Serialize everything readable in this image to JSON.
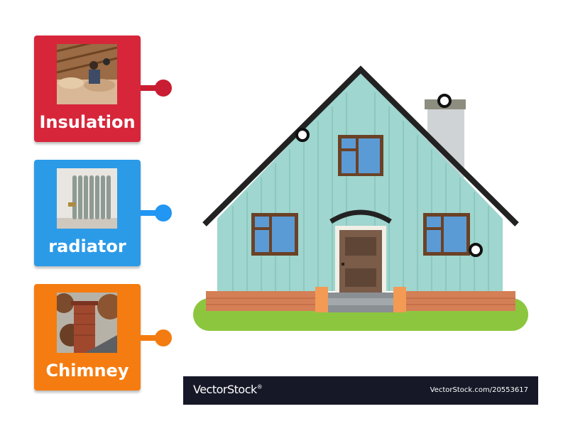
{
  "labels": [
    {
      "text": "Insulation",
      "color": "#d7263a",
      "accent": "#c81d32"
    },
    {
      "text": "radiator",
      "color": "#2b9be8",
      "accent": "#2196f3"
    },
    {
      "text": "Chimney",
      "color": "#f57c10",
      "accent": "#f47b0f"
    }
  ],
  "thumbnails": [
    "attic-insulation-photo",
    "cast-iron-radiator-photo",
    "brick-chimney-photo"
  ],
  "hotspots": [
    "roof-hotspot",
    "chimney-hotspot",
    "window-hotspot"
  ],
  "watermark": {
    "brand": "VectorStock",
    "trademark": "®",
    "url": "VectorStock.com/20553617"
  },
  "house_colors": {
    "siding": "#9fd6cf",
    "roof": "#222222",
    "brick": "#d47f55",
    "grass": "#8cc63f",
    "chimney": "#cfd3d6",
    "window_frame": "#6b4226",
    "window_glass": "#5b9bd5",
    "door": "#7a5c49"
  }
}
